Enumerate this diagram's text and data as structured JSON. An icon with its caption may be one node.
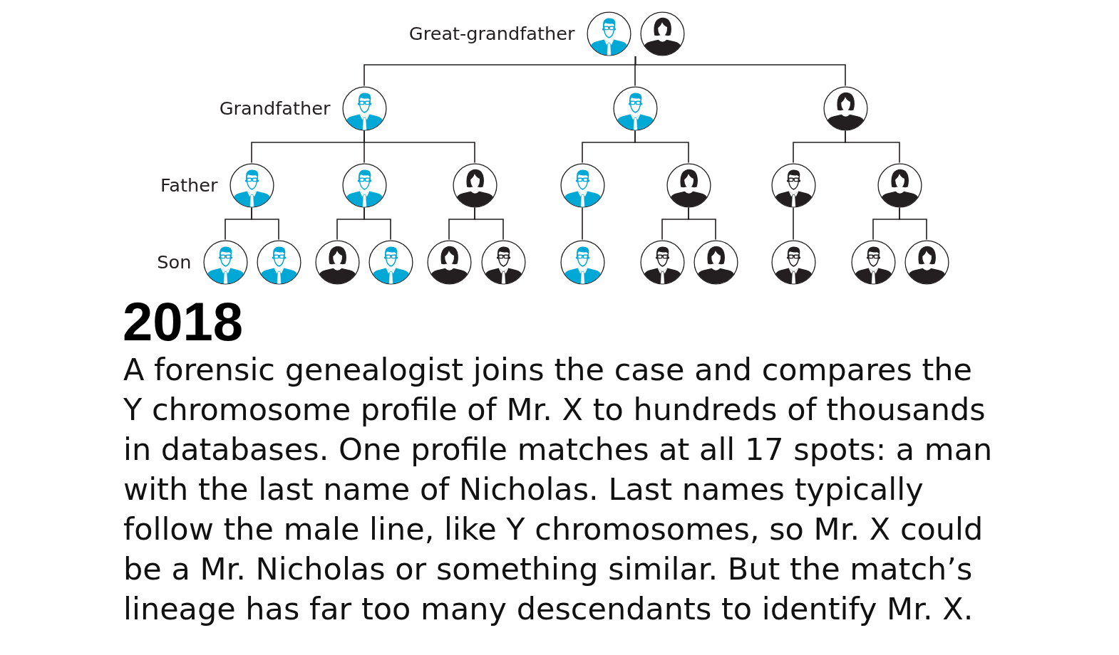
{
  "diagram": {
    "title": "2018",
    "caption": "A forensic genealogist joins the case and compares the Y chromosome profile of Mr. X to hundreds of thousands in databases. One profile matches at all 17 spots: a man with the last name of Nicholas. Last names typically follow the male line, like Y chromosomes, so Mr. X could be a Mr. Nicholas or something similar. But the match’s lineage has far too many descendants to identify Mr. X.",
    "nodes": [
      {
        "text": [],
        "shape": "person",
        "beside": [
          "Great-grandfather"
        ]
      },
      {
        "text": [],
        "shape": "person"
      },
      {
        "text": [],
        "shape": "person",
        "beside": [
          "Grandfather"
        ]
      },
      {
        "text": [],
        "shape": "person"
      },
      {
        "text": [],
        "shape": "person"
      },
      {
        "text": [],
        "shape": "person",
        "beside": [
          "Father"
        ]
      },
      {
        "text": [],
        "shape": "person"
      },
      {
        "text": [],
        "shape": "person"
      },
      {
        "text": [],
        "shape": "person"
      },
      {
        "text": [],
        "shape": "person"
      },
      {
        "text": [],
        "shape": "person"
      },
      {
        "text": [],
        "shape": "person"
      },
      {
        "text": [],
        "shape": "person",
        "beside": [
          "Son"
        ]
      },
      {
        "text": [],
        "shape": "person"
      },
      {
        "text": [],
        "shape": "person"
      },
      {
        "text": [],
        "shape": "person"
      },
      {
        "text": [],
        "shape": "person"
      },
      {
        "text": [],
        "shape": "person"
      },
      {
        "text": [],
        "shape": "person"
      },
      {
        "text": [],
        "shape": "person"
      },
      {
        "text": [],
        "shape": "person"
      },
      {
        "text": [],
        "shape": "person"
      },
      {
        "text": [],
        "shape": "person"
      },
      {
        "text": [],
        "shape": "person"
      }
    ],
    "edges": [
      {
        "from": 0,
        "to": 2,
        "arrow": "none"
      },
      {
        "from": 0,
        "to": 3,
        "arrow": "none"
      },
      {
        "from": 0,
        "to": 4,
        "arrow": "none"
      },
      {
        "from": 1,
        "to": 2,
        "arrow": "none"
      },
      {
        "from": 1,
        "to": 3,
        "arrow": "none"
      },
      {
        "from": 1,
        "to": 4,
        "arrow": "none"
      },
      {
        "from": 2,
        "to": 5,
        "arrow": "none"
      },
      {
        "from": 2,
        "to": 6,
        "arrow": "none"
      },
      {
        "from": 2,
        "to": 7,
        "arrow": "none"
      },
      {
        "from": 3,
        "to": 8,
        "arrow": "none"
      },
      {
        "from": 3,
        "to": 9,
        "arrow": "none"
      },
      {
        "from": 4,
        "to": 10,
        "arrow": "none"
      },
      {
        "from": 4,
        "to": 11,
        "arrow": "none"
      },
      {
        "from": 5,
        "to": 12,
        "arrow": "none"
      },
      {
        "from": 5,
        "to": 13,
        "arrow": "none"
      },
      {
        "from": 6,
        "to": 14,
        "arrow": "none"
      },
      {
        "from": 6,
        "to": 15,
        "arrow": "none"
      },
      {
        "from": 7,
        "to": 16,
        "arrow": "none"
      },
      {
        "from": 7,
        "to": 17,
        "arrow": "none"
      },
      {
        "from": 8,
        "to": 18,
        "arrow": "none"
      },
      {
        "from": 9,
        "to": 19,
        "arrow": "none"
      },
      {
        "from": 9,
        "to": 20,
        "arrow": "none"
      },
      {
        "from": 10,
        "to": 21,
        "arrow": "none"
      },
      {
        "from": 11,
        "to": 22,
        "arrow": "none"
      },
      {
        "from": 11,
        "to": 23,
        "arrow": "none"
      }
    ]
  }
}
